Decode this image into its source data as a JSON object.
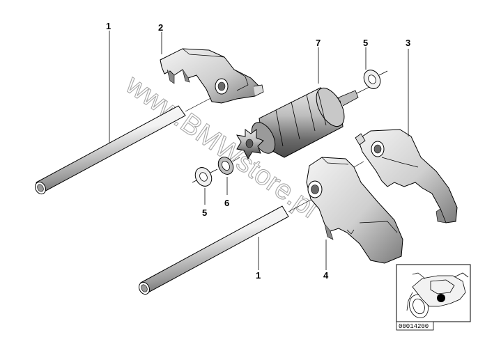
{
  "watermark": "www.BMWstore.pl",
  "callouts": [
    {
      "id": "rod-top",
      "label": "1"
    },
    {
      "id": "fork-2",
      "label": "2"
    },
    {
      "id": "fork-3",
      "label": "3"
    },
    {
      "id": "fork-4",
      "label": "4"
    },
    {
      "id": "washer-top",
      "label": "5"
    },
    {
      "id": "washer-bottom",
      "label": "5"
    },
    {
      "id": "ring-6",
      "label": "6"
    },
    {
      "id": "drum-7",
      "label": "7"
    },
    {
      "id": "rod-bottom",
      "label": "1"
    }
  ],
  "diagram_number": "00014200",
  "colors": {
    "line": "#000000",
    "shade": "#7a7a7a",
    "light": "#d9d9d9",
    "dark": "#333333",
    "marker": "#000000"
  }
}
